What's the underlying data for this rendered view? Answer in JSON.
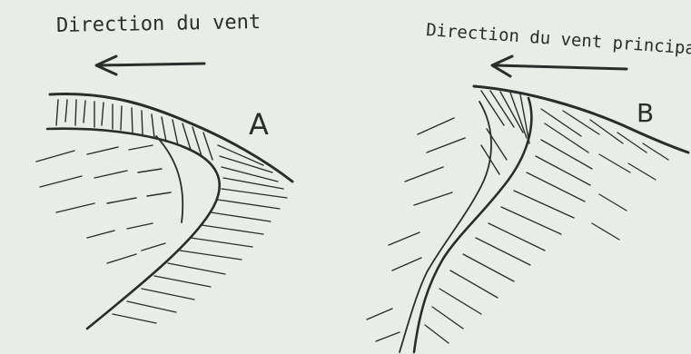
{
  "diagram": {
    "panel_a": {
      "wind_label": "Direction du vent",
      "letter": "A"
    },
    "panel_b": {
      "wind_label": "Direction du vent principal",
      "letter": "B"
    },
    "ink_color": "#2b2d2c",
    "paper_color": "#e9ece7"
  }
}
